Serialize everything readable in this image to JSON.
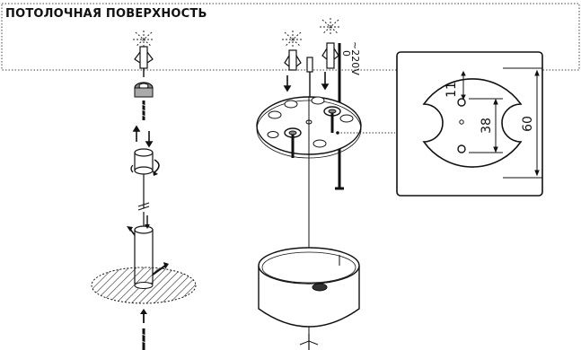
{
  "ceiling_label": "ПОТОЛОЧНАЯ ПОВЕРХНОСТЬ",
  "voltage_label": "~220V",
  "polarity_label": "0",
  "dimensions": {
    "offset": "11",
    "hole_spacing": "38",
    "diameter": "60"
  },
  "colors": {
    "line": "#1a1a1a",
    "fill": "#ffffff",
    "dotted_line": "#444444"
  }
}
